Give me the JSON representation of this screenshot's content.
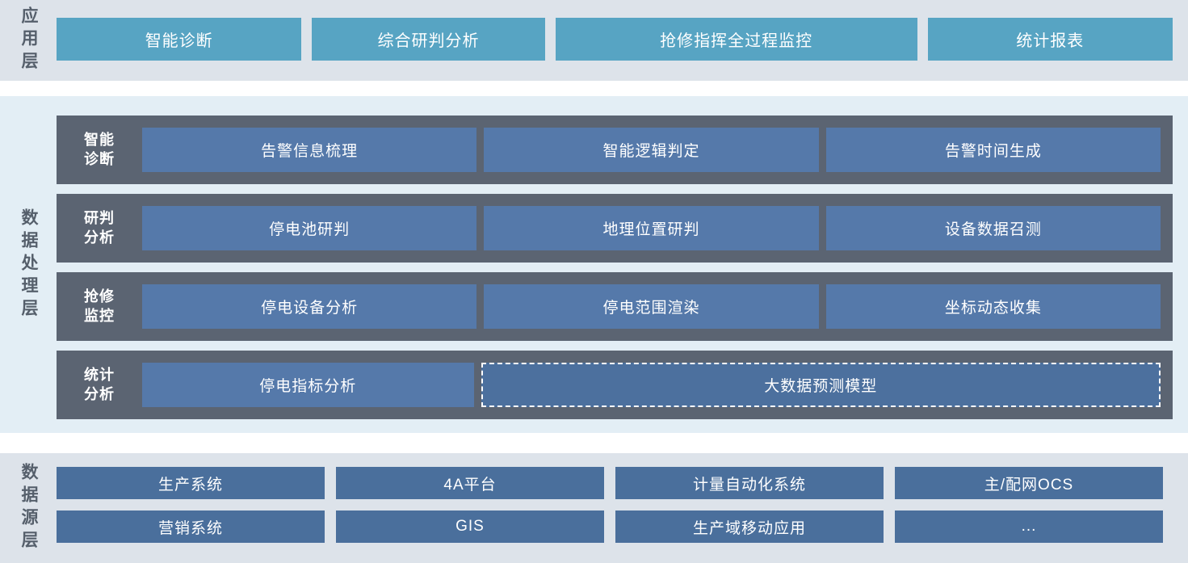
{
  "application": {
    "label": "应用层",
    "boxes": [
      "智能诊断",
      "综合研判分析",
      "抢修指挥全过程监控",
      "统计报表"
    ]
  },
  "processing": {
    "label": "数据处理层",
    "rows": [
      {
        "label": "智能\n诊断",
        "items": [
          "告警信息梳理",
          "智能逻辑判定",
          "告警时间生成"
        ]
      },
      {
        "label": "研判\n分析",
        "items": [
          "停电池研判",
          "地理位置研判",
          "设备数据召测"
        ]
      },
      {
        "label": "抢修\n监控",
        "items": [
          "停电设备分析",
          "停电范围渲染",
          "坐标动态收集"
        ]
      },
      {
        "label": "统计\n分析",
        "items": [
          "停电指标分析"
        ],
        "wide_item": "大数据预测模型"
      }
    ]
  },
  "datasource": {
    "label": "数据源层",
    "rows": [
      [
        "生产系统",
        "4A平台",
        "计量自动化系统",
        "主/配网OCS"
      ],
      [
        "营销系统",
        "GIS",
        "生产域移动应用",
        "..."
      ]
    ]
  },
  "colors": {
    "app_box": "#57a4c3",
    "processing_row_bg": "#5b6472",
    "processing_box": "#5579aa",
    "prediction_box_fill": "#4c709e",
    "datasource_box": "#4a6f9c",
    "app_section_bg": "#dde3ea",
    "processing_section_bg": "#e3eef5",
    "section_label_text": "#555f6b"
  }
}
